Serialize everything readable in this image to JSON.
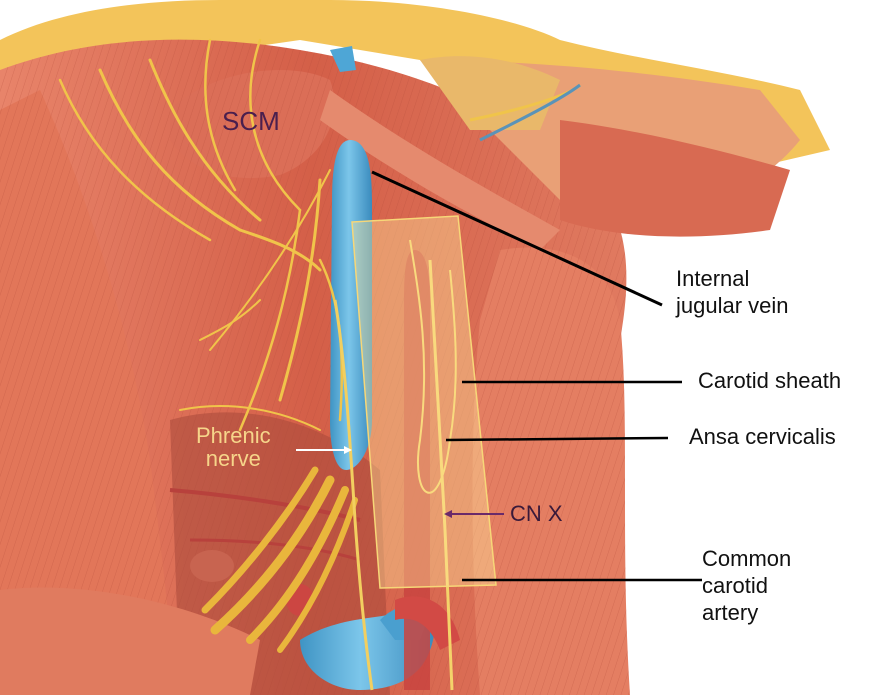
{
  "labels": {
    "scm": "SCM",
    "internal_jugular_vein": [
      "Internal",
      "jugular vein"
    ],
    "carotid_sheath": "Carotid sheath",
    "ansa_cervicalis": "Ansa cervicalis",
    "phrenic_nerve": [
      "Phrenic",
      "nerve"
    ],
    "cn_x": "CN X",
    "common_carotid_artery": [
      "Common",
      "carotid",
      "artery"
    ]
  },
  "colors": {
    "muscle": "#d9694f",
    "muscle_dark": "#b84a39",
    "nerve": "#f0c44a",
    "vein": "#5aaed8",
    "artery": "#c94440",
    "sheath_overlay": "#ffe59a",
    "scm_label": "#4a1f4e",
    "phrenic_label": "#f6d58a",
    "cnx_pointer": "#6a2a6a"
  }
}
